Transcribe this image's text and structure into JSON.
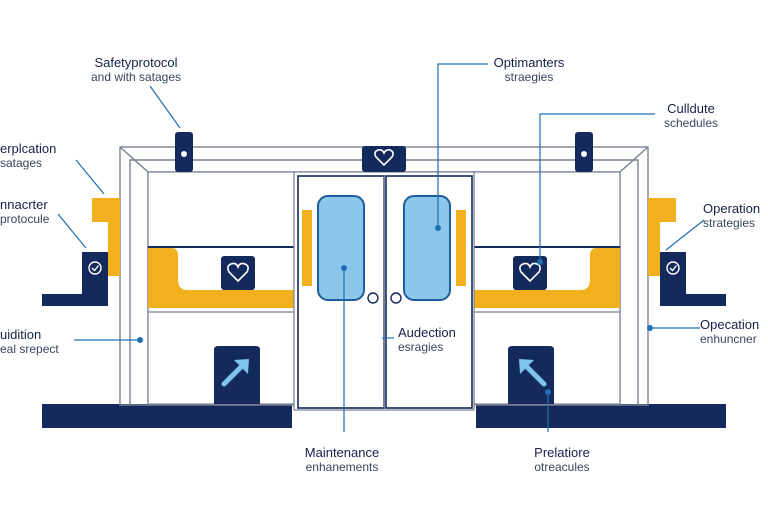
{
  "colors": {
    "navy": "#142a5c",
    "frame": "#7a8294",
    "blue_accent": "#1f6fb2",
    "yellow": "#f2b01e",
    "window_blue": "#8cc6ea",
    "window_stroke": "#1d5f9c",
    "text": "#172148"
  },
  "icons": [
    "heart-icon",
    "check-icon",
    "arrow-up-right-icon",
    "arrow-up-left-icon"
  ],
  "labels": {
    "top_left": {
      "title": "Safetyprotocol",
      "sub": "and with satages"
    },
    "top_center": {
      "title": "Optimanters",
      "sub": "straegies"
    },
    "top_right": {
      "title": "Culldute",
      "sub": "schedules"
    },
    "left_1": {
      "title": "erplcation",
      "sub": "satages"
    },
    "left_2": {
      "title": "nnacrter",
      "sub": "protocule"
    },
    "left_3": {
      "title": "uidition",
      "sub": "eal srepect"
    },
    "right_2": {
      "title": "Operation",
      "sub": "strategies"
    },
    "right_3": {
      "title": "Opecation",
      "sub": "enhuncner"
    },
    "center": {
      "title": "Audection",
      "sub": "esragies"
    },
    "bottom_left": {
      "title": "Maintenance",
      "sub": "enhanements"
    },
    "bottom_right": {
      "title": "Prelatiore",
      "sub": "otreacules"
    }
  }
}
